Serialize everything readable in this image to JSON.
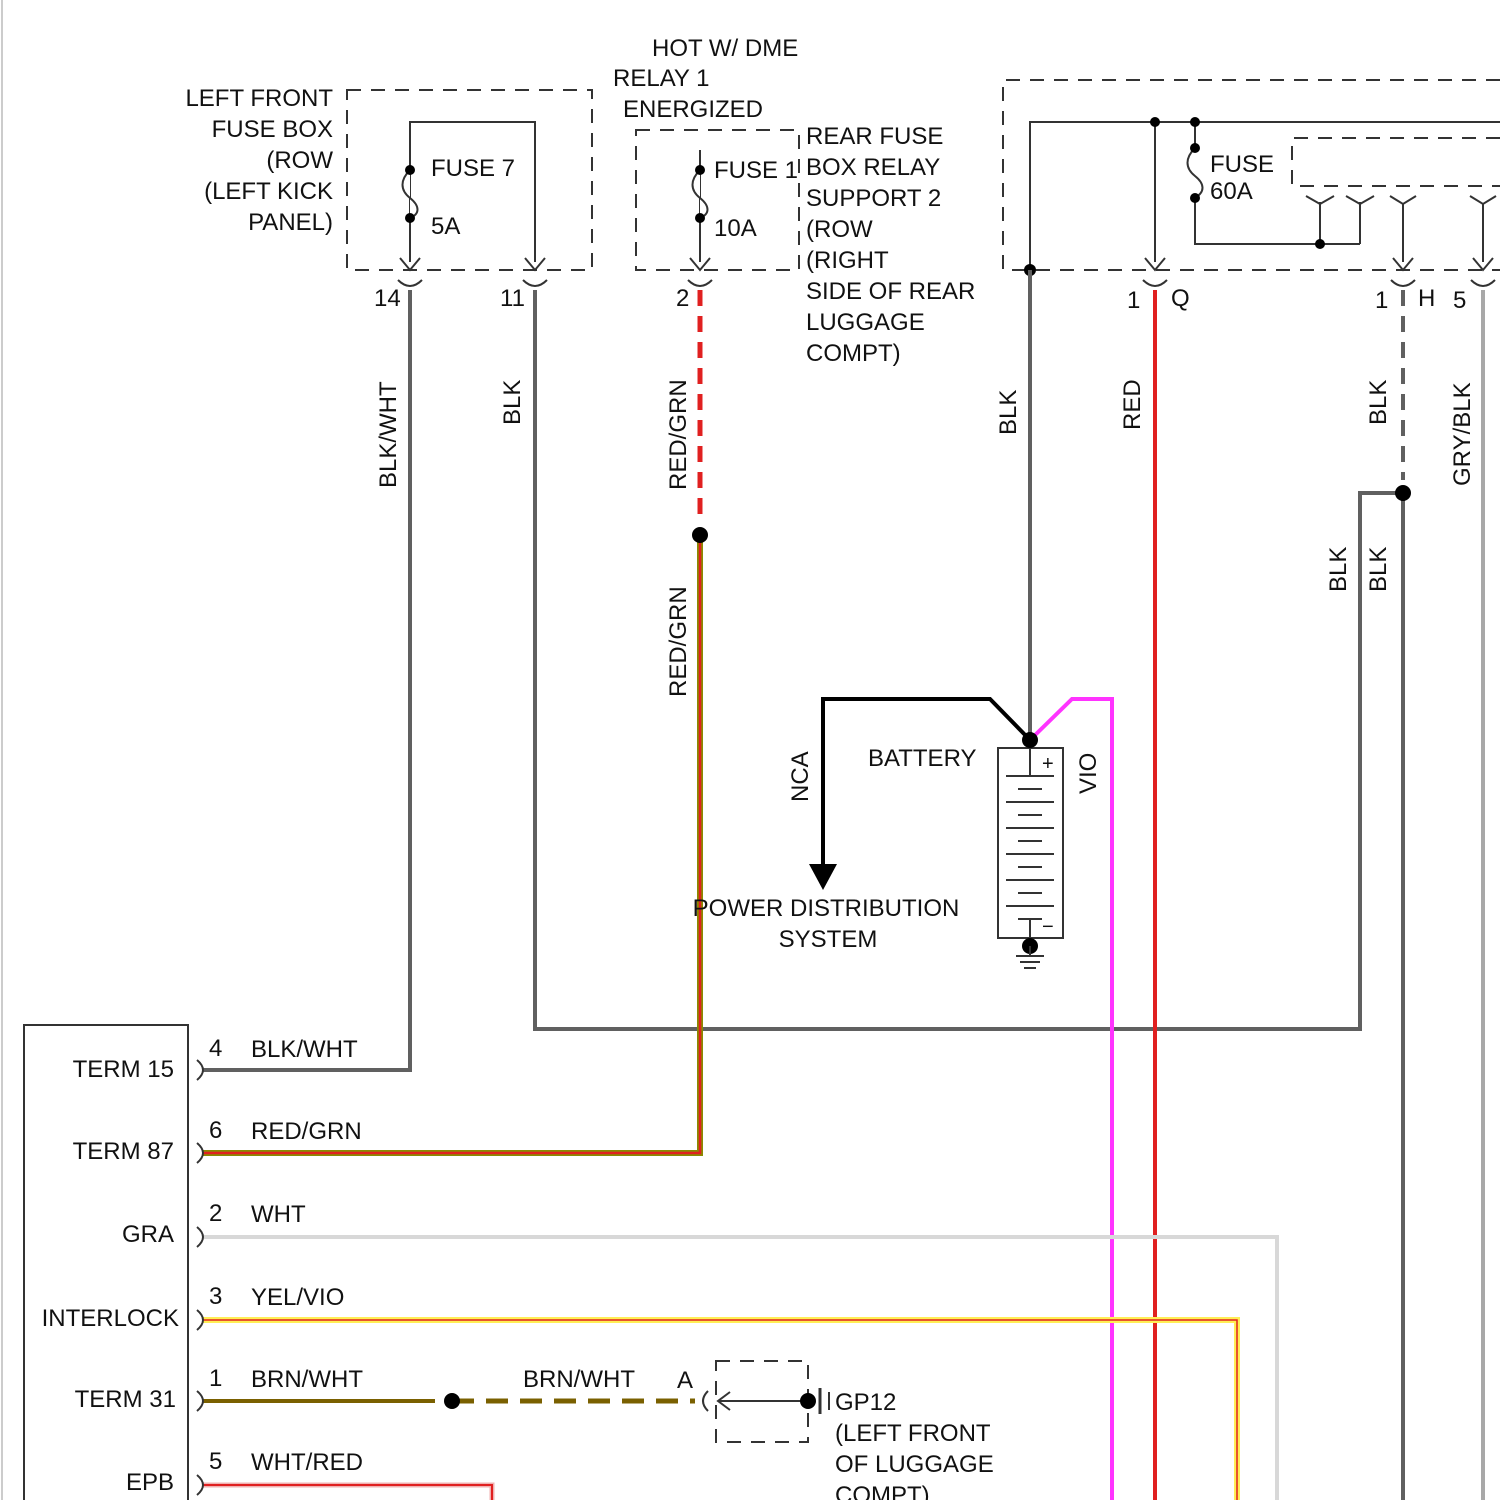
{
  "colors": {
    "blk": "#606060",
    "red": "#e02020",
    "red_grn_stripe": "#8a8a00",
    "vio": "#ff33ff",
    "wht": "#d8d8d8",
    "yel": "#ffee55",
    "brn": "#7a6000",
    "black": "#000000",
    "dash": "#333333"
  },
  "fuse_boxes": {
    "left_front": {
      "label_lines": [
        "LEFT FRONT",
        "FUSE BOX",
        "(ROW",
        "(LEFT KICK",
        "PANEL)"
      ],
      "fuse_name": "FUSE 7",
      "fuse_rating": "5A",
      "pins": [
        "14",
        "11"
      ]
    },
    "rear": {
      "hot_note_lines": [
        "HOT W/ DME",
        "RELAY 1",
        "ENERGIZED"
      ],
      "fuse_name": "FUSE 1",
      "fuse_rating": "10A",
      "label_lines": [
        "REAR FUSE",
        "BOX RELAY",
        "SUPPORT 2",
        "(ROW",
        "(RIGHT",
        "SIDE OF REAR",
        "LUGGAGE",
        "COMPT)"
      ],
      "pin": "2"
    },
    "right": {
      "fuse_name": "FUSE",
      "fuse_rating": "60A",
      "pins": [
        "1",
        "Q",
        "1",
        "H",
        "5"
      ]
    }
  },
  "wires": {
    "blk_wht": "BLK/WHT",
    "blk_11": "BLK",
    "red_grn_upper": "RED/GRN",
    "red_grn_lower": "RED/GRN",
    "blk_battery": "BLK",
    "red": "RED",
    "blk_h": "BLK",
    "gry_blk": "GRY/BLK",
    "blk_left_branch": "BLK",
    "blk_right_branch": "BLK",
    "nca": "NCA",
    "vio": "VIO"
  },
  "battery": {
    "label": "BATTERY",
    "plus": "+",
    "minus": "−",
    "power_lines": [
      "POWER DISTRIBUTION",
      "SYSTEM"
    ]
  },
  "module": {
    "rows": [
      {
        "name": "TERM 15",
        "pin": "4",
        "wire": "BLK/WHT"
      },
      {
        "name": "TERM 87",
        "pin": "6",
        "wire": "RED/GRN"
      },
      {
        "name": "GRA",
        "pin": "2",
        "wire": "WHT"
      },
      {
        "name": "INTERLOCK",
        "pin": "3",
        "wire": "YEL/VIO"
      },
      {
        "name": "TERM 31",
        "pin": "1",
        "wire": "BRN/WHT"
      },
      {
        "name": "EPB",
        "pin": "5",
        "wire": "WHT/RED"
      }
    ]
  },
  "ground": {
    "wire": "BRN/WHT",
    "pin": "A",
    "label_lines": [
      "GP12",
      "(LEFT FRONT",
      "OF LUGGAGE",
      "COMPT)"
    ]
  }
}
